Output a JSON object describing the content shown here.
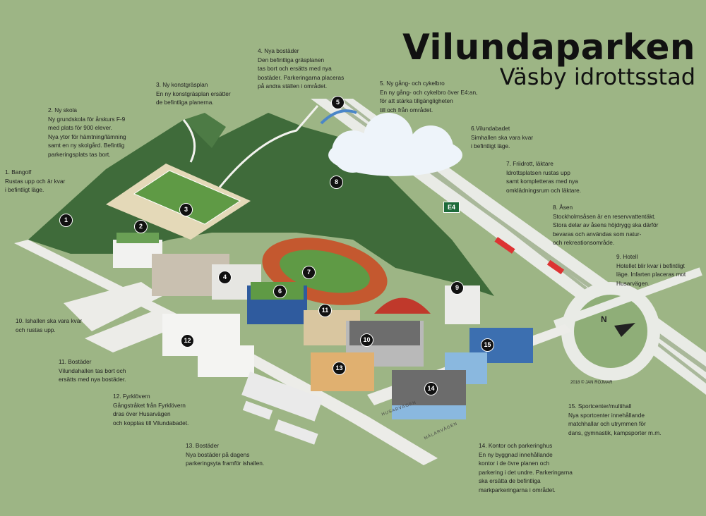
{
  "title": "Vilundaparken",
  "subtitle": "Väsby idrottsstad",
  "copyright": "2018 © JAN ROJMAR",
  "road_sign": "E4",
  "compass": "N",
  "road_labels": [
    "HUSARVÄGEN",
    "MÄLARVÄGEN"
  ],
  "colors": {
    "background": "#9db585",
    "forest": "#3f6b3a",
    "track": "#c4582f",
    "field": "#5f9a45"
  },
  "markers": [
    "1",
    "2",
    "3",
    "4",
    "5",
    "6",
    "7",
    "8",
    "9",
    "10",
    "11",
    "12",
    "13",
    "14",
    "15"
  ],
  "notes": [
    {
      "heading": "1. Bangolf",
      "lines": [
        "Rustas upp och är kvar",
        "i befintligt läge."
      ]
    },
    {
      "heading": "2. Ny skola",
      "lines": [
        "Ny grundskola för årskurs F-9",
        "med plats för 900 elever.",
        "Nya ytor för hämtning/lämning",
        "samt en ny skolgård. Befintlig",
        "parkeringsplats tas bort."
      ]
    },
    {
      "heading": "3. Ny konstgräsplan",
      "lines": [
        "En ny konstgräsplan ersätter",
        "de befintliga planerna."
      ]
    },
    {
      "heading": "4. Nya bostäder",
      "lines": [
        "Den befintliga gräsplanen",
        "tas bort och ersätts med nya",
        "bostäder. Parkeringarna placeras",
        "på andra ställen i området."
      ]
    },
    {
      "heading": "5. Ny gång- och cykelbro",
      "lines": [
        "En ny gång- och cykelbro över E4:an,",
        "för att stärka tillgängligheten",
        "till och från området."
      ]
    },
    {
      "heading": "6.Vilundabadet",
      "lines": [
        "Simhallen ska vara kvar",
        "i befintligt läge."
      ]
    },
    {
      "heading": "7. Friidrott, läktare",
      "lines": [
        "Idrottsplatsen rustas upp",
        "samt kompletteras med nya",
        "omklädningsrum och läktare."
      ]
    },
    {
      "heading": "8. Åsen",
      "lines": [
        "Stockholmsåsen är en reservvattentäkt.",
        "Stora delar av åsens höjdrygg ska därför",
        "bevaras och användas som natur-",
        "och rekreationsområde."
      ]
    },
    {
      "heading": "9. Hotell",
      "lines": [
        "Hotellet blir kvar i befintligt",
        "läge. Infarten placeras mot",
        "Husarvägen."
      ]
    },
    {
      "heading": "10. Ishallen ska vara kvar",
      "lines": [
        "och rustas upp."
      ]
    },
    {
      "heading": "11. Bostäder",
      "lines": [
        "Vilundahallen tas bort och",
        "ersätts med nya bostäder."
      ]
    },
    {
      "heading": "12. Fyrklövern",
      "lines": [
        "Gångstråket från Fyrklövern",
        "dras över Husarvägen",
        "och kopplas till Vilundabadet."
      ]
    },
    {
      "heading": "13. Bostäder",
      "lines": [
        "Nya bostäder på dagens",
        "parkeringsyta framför ishallen."
      ]
    },
    {
      "heading": "14. Kontor och parkeringhus",
      "lines": [
        "En ny byggnad innehållande",
        "kontor i de övre planen och",
        "parkering i det undre. Parkeringarna",
        "ska ersätta de befintliga",
        "markparkeringarna i området."
      ]
    },
    {
      "heading": "15. Sportcenter/multihall",
      "lines": [
        "Nya sportcenter innehållande",
        "matchhallar och utrymmen för",
        "dans, gymnastik, kampsporter m.m."
      ]
    }
  ]
}
